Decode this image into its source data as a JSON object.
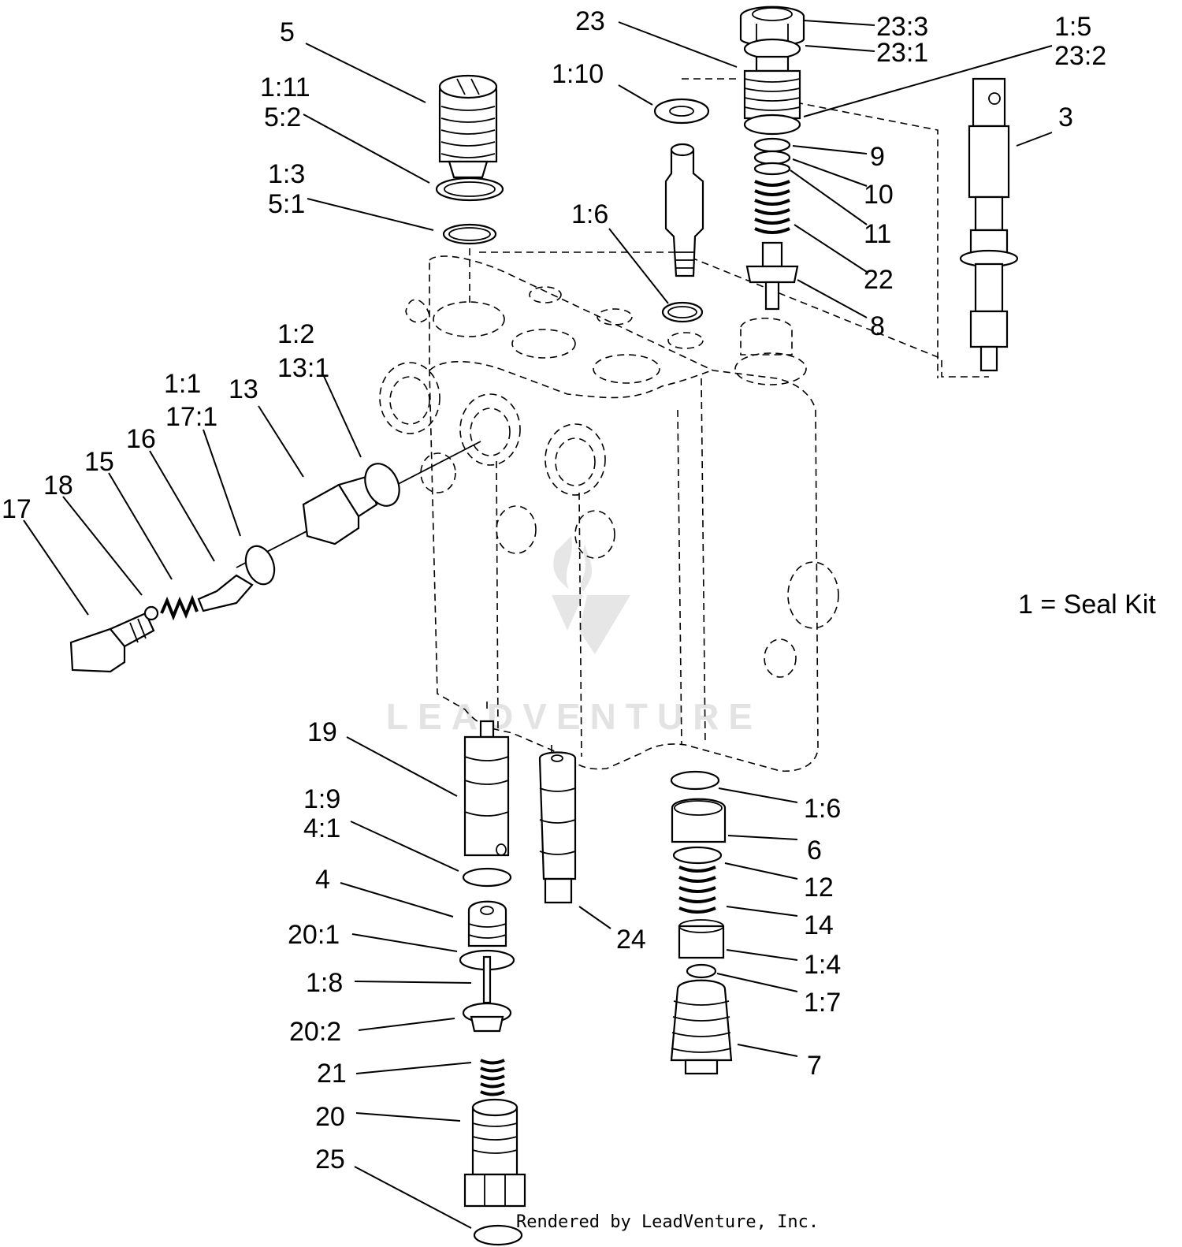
{
  "labels": {
    "p5": "5",
    "p1_11": "1:11",
    "p5_2": "5:2",
    "p1_3": "1:3",
    "p5_1": "5:1",
    "p23": "23",
    "p1_10": "1:10",
    "p23_3": "23:3",
    "p23_1": "23:1",
    "p1_5": "1:5",
    "p23_2": "23:2",
    "p3": "3",
    "p9": "9",
    "p10": "10",
    "p11": "11",
    "p22": "22",
    "p8": "8",
    "p1_6a": "1:6",
    "p1_2": "1:2",
    "p13_1": "13:1",
    "p13": "13",
    "p1_1": "1:1",
    "p17_1": "17:1",
    "p16": "16",
    "p15": "15",
    "p18": "18",
    "p17": "17",
    "p19": "19",
    "p1_9": "1:9",
    "p4_1": "4:1",
    "p4": "4",
    "p20_1": "20:1",
    "p1_8": "1:8",
    "p20_2": "20:2",
    "p21": "21",
    "p20": "20",
    "p25": "25",
    "p24": "24",
    "p1_6b": "1:6",
    "p6": "6",
    "p12": "12",
    "p14": "14",
    "p1_4": "1:4",
    "p1_7": "1:7",
    "p7": "7"
  },
  "legend": {
    "seal_kit": "1 = Seal Kit"
  },
  "watermark": {
    "brand": "LEADVENTURE"
  },
  "footer": {
    "rendered_by": "Rendered by LeadVenture, Inc."
  }
}
